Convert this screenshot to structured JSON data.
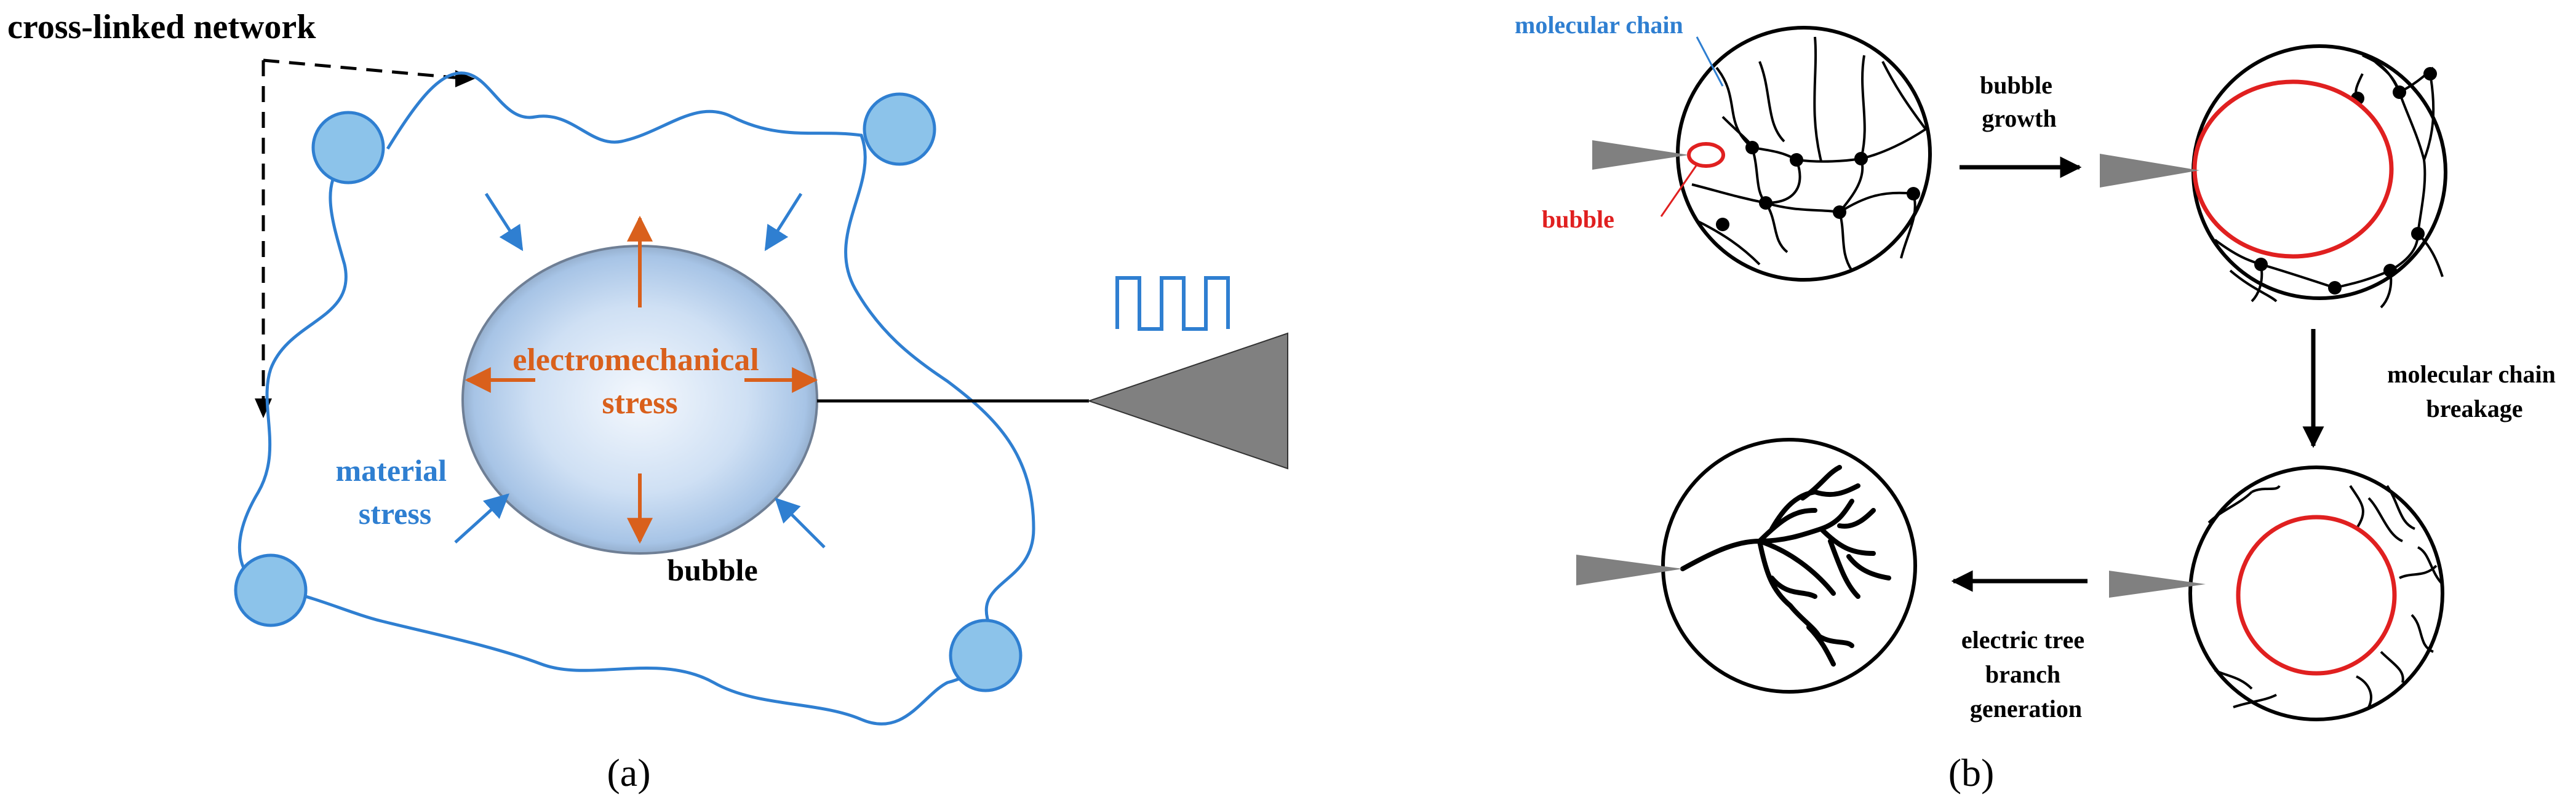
{
  "panel_a": {
    "network_label": "cross-linked network",
    "stress_title_line1": "electromechanical",
    "stress_title_line2": "stress",
    "material_line1": "material",
    "material_line2": "stress",
    "bubble_label": "bubble",
    "caption": "(a)"
  },
  "panel_b": {
    "molecular_chain_label": "molecular chain",
    "bubble_label": "bubble",
    "step1_line1": "bubble",
    "step1_line2": "growth",
    "step2_line1": "molecular chain",
    "step2_line2": "breakage",
    "step3_line1": "electric tree",
    "step3_line2": "branch",
    "step3_line3": "generation",
    "caption": "(b)"
  },
  "colors": {
    "chain_blue": "#2f7fd1",
    "node_fill": "#8cc3ea",
    "stress_orange": "#d9601c",
    "bubble_red": "#e02020",
    "needle_gray": "#808080"
  },
  "icons": {
    "pulse_signal": "square-wave-icon",
    "needle_electrode": "triangle-needle-icon"
  }
}
